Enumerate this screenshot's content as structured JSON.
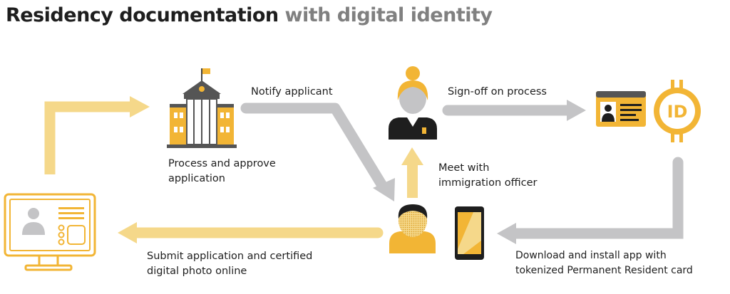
{
  "title": {
    "main": "Residency documentation",
    "accent": "with digital identity"
  },
  "steps": {
    "submit": [
      "Submit application and certified",
      "digital photo online"
    ],
    "process": [
      "Process and approve",
      "application"
    ],
    "notify": "Notify applicant",
    "meet": [
      "Meet with",
      "immigration officer"
    ],
    "signoff": "Sign-off on process",
    "download": [
      "Download and install app with",
      "tokenized Permanent Resident card"
    ]
  },
  "icons": {
    "computer": "computer-monitor-icon",
    "building": "government-building-icon",
    "officer": "immigration-officer-icon",
    "applicant": "applicant-person-icon",
    "card": "id-card-icon",
    "token": "id-token-icon",
    "phone": "smartphone-icon"
  },
  "id_badge_text": "ID",
  "colors": {
    "yellow": "#F2B535",
    "light_yellow": "#F5D88A",
    "gray_arrow": "#C4C4C6",
    "dark": "#1E1E1E",
    "title_gray": "#808080"
  }
}
